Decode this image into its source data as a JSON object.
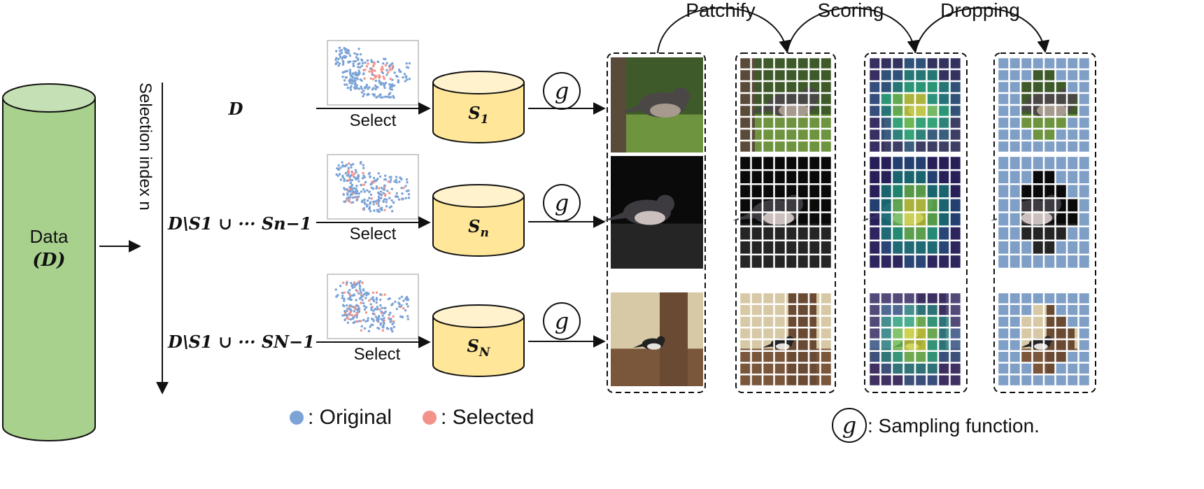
{
  "data_cylinder": {
    "label": "Data",
    "sublabel": "(D)"
  },
  "selection_axis_label": "Selection index n",
  "rows": [
    {
      "dataset": "D",
      "action": "Select",
      "subset": "S",
      "subset_sub": "1",
      "func": "g",
      "photo": "dark-eyed-junco-on-grass"
    },
    {
      "dataset": "D\\S1 ∪ ··· Sn−1",
      "action": "Select",
      "subset": "S",
      "subset_sub": "n",
      "func": "g",
      "photo": "dark-eyed-junco-on-ledge"
    },
    {
      "dataset": "D\\S1 ∪ ··· SN−1",
      "action": "Select",
      "subset": "S",
      "subset_sub": "N",
      "func": "g",
      "photo": "dark-eyed-junco-on-branch"
    }
  ],
  "stages": [
    "Patchify",
    "Scoring",
    "Dropping"
  ],
  "legend": {
    "original_label": ": Original",
    "selected_label": ": Selected",
    "original_color": "#7ba3d6",
    "selected_color": "#f2928a",
    "sampling_symbol": "g",
    "sampling_label": ": Sampling function."
  },
  "colors": {
    "cylinder_green": "#a9d18e",
    "cylinder_green_top": "#c5e0b4",
    "cylinder_yellow": "#ffe699",
    "cylinder_yellow_top": "#fff2cc",
    "dropped_patch": "#7f9fc6"
  }
}
